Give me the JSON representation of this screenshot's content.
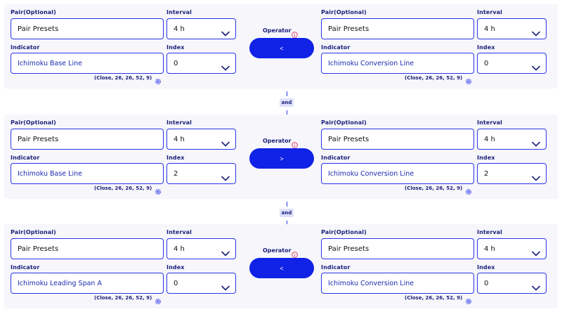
{
  "labels": {
    "pair": "Pair(Optional)",
    "interval": "Interval",
    "indicator": "Indicator",
    "index": "Index",
    "operator": "Operator"
  },
  "connector": "and",
  "conditions": [
    {
      "left": {
        "pair": "Pair Presets",
        "interval": "4 h",
        "indicator": "Ichimoku Base Line",
        "index": "0",
        "params": "(Close, 26, 26, 52, 9)"
      },
      "operator": "<",
      "right": {
        "pair": "Pair Presets",
        "interval": "4 h",
        "indicator": "Ichimoku Conversion Line",
        "index": "0",
        "params": "(Close, 26, 26, 52, 9)"
      }
    },
    {
      "left": {
        "pair": "Pair Presets",
        "interval": "4 h",
        "indicator": "Ichimoku Base Line",
        "index": "2",
        "params": "(Close, 26, 26, 52, 9)"
      },
      "operator": ">",
      "right": {
        "pair": "Pair Presets",
        "interval": "4 h",
        "indicator": "Ichimoku Conversion Line",
        "index": "2",
        "params": "(Close, 26, 26, 52, 9)"
      }
    },
    {
      "left": {
        "pair": "Pair Presets",
        "interval": "4 h",
        "indicator": "Ichimoku Leading Span A",
        "index": "0",
        "params": "(Close, 26, 26, 52, 9)"
      },
      "operator": "<",
      "right": {
        "pair": "Pair Presets",
        "interval": "4 h",
        "indicator": "Ichimoku Conversion Line",
        "index": "0",
        "params": "(Close, 26, 26, 52, 9)"
      }
    }
  ],
  "colors": {
    "accent": "#1022e6",
    "border": "#2a35e8",
    "label": "#1a1f7a",
    "panel": "#f6f6fb"
  },
  "icons": {
    "chevron": "chevron-down-icon",
    "settings": "gear-icon",
    "info": "info-icon"
  }
}
